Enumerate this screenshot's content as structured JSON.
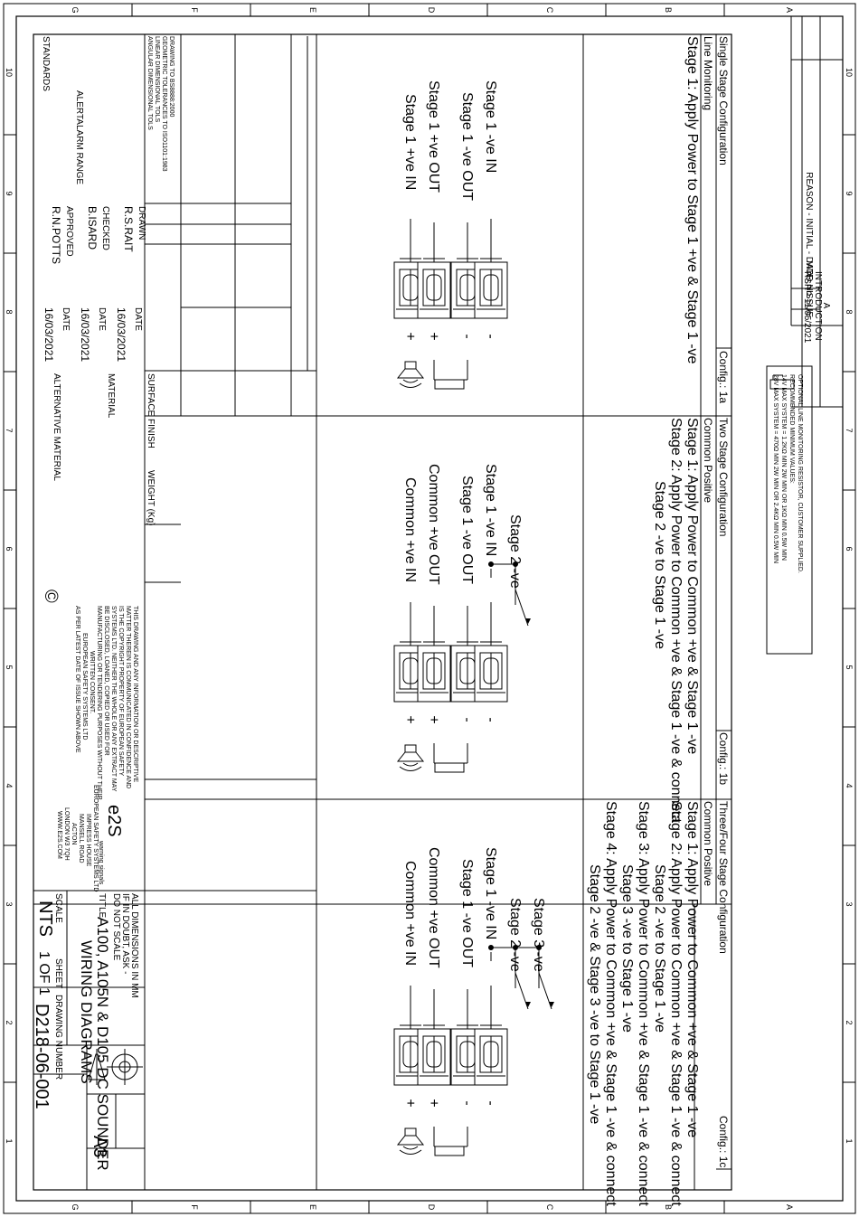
{
  "grid": {
    "columns": [
      "10",
      "9",
      "8",
      "7",
      "6",
      "5",
      "4",
      "3",
      "2",
      "1"
    ],
    "rows": [
      "A",
      "B",
      "C",
      "D",
      "E",
      "F",
      "G"
    ]
  },
  "revision": {
    "headers": [
      "ISSUE",
      "MOD No.",
      "REASON - INITIAL - DATE"
    ],
    "issue": "A",
    "reason": "INTRODUCTION",
    "reason_detail": "RSR - 11/05/2021"
  },
  "resistor_note": [
    "OPTIONAL LINE MONITORING RESISTOR, CUSTOMER SUPPLIED.",
    "RECOMMENDED MINIMUM VALUES:",
    "14V MAX SYSTEM = 1.2KΩ MIN 2W MIN OR 1KΩ MIN 0.5W MIN",
    "28V MAX SYSTEM = 470Ω MIN 2W MIN OR 2.4KΩ MIN 0.5W MIN"
  ],
  "configs": [
    {
      "id": "1a",
      "title": "Single Stage Configuration",
      "subtitle": "Line Monitoring",
      "config_label": "Config.: 1a",
      "instructions": [
        "Stage 1: Apply Power to Stage 1 +ve & Stage 1 -ve"
      ],
      "terminals": [
        "Stage 1 +ve IN",
        "Stage 1 +ve OUT",
        "Stage 1 -ve OUT",
        "Stage 1 -ve IN"
      ],
      "polarity": [
        "+",
        "+",
        "-",
        "-"
      ]
    },
    {
      "id": "1b",
      "title": "Two Stage Configuration",
      "subtitle": "Common Positive",
      "config_label": "Config.: 1b",
      "instructions": [
        "Stage 1: Apply Power to Common +ve & Stage 1 -ve",
        "Stage 2: Apply Power to Common +ve & Stage 1 -ve & connect",
        "Stage 2 -ve to Stage 1 -ve"
      ],
      "terminals": [
        "Common +ve IN",
        "Common +ve OUT",
        "Stage 1 -ve OUT",
        "Stage 1 -ve IN",
        "Stage 2 -ve"
      ],
      "polarity": [
        "+",
        "+",
        "-",
        "-"
      ]
    },
    {
      "id": "1c",
      "title": "Three/Four Stage Configuration",
      "subtitle": "Common Positive",
      "config_label": "Config.: 1c",
      "instructions": [
        "Stage 1: Apply Power to Common +ve & Stage 1 -ve",
        "Stage 2: Apply Power to Common +ve & Stage 1 -ve & connect",
        "Stage 2 -ve to Stage 1 -ve",
        "Stage 3: Apply Power to Common +ve & Stage 1 -ve & connect",
        "Stage 3 -ve to Stage 1 -ve",
        "Stage 4: Apply Power to Common +ve & Stage 1 -ve & connect",
        "Stage 2 -ve & Stage 3 -ve to Stage 1 -ve"
      ],
      "terminals": [
        "Common +ve IN",
        "Common +ve OUT",
        "Stage 1 -ve OUT",
        "Stage 1 -ve IN",
        "Stage 2 -ve",
        "Stage 3 -ve"
      ],
      "polarity": [
        "+",
        "+",
        "-",
        "-"
      ]
    }
  ],
  "title_block": {
    "general_notes": [
      "DRAWING TO BS8888:2000",
      "GEOMETRIC TOLERANCES TO ISO1101:1983",
      "LINEAR DIMENSIONAL TOLS",
      "ANGULAR DIMENSIONAL TOLS"
    ],
    "standards": "STANDARDS",
    "range": "ALERTALARM RANGE",
    "drawn_label": "DRAWN",
    "drawn_by": "R.S.RAIT",
    "checked_label": "CHECKED",
    "checked_by": "B.ISARD",
    "approved_label": "APPROVED",
    "approved_by": "R.N.POTTS",
    "date_label": "DATE",
    "drawn_date": "16/03/2021",
    "checked_date": "16/03/2021",
    "approved_date": "16/03/2021",
    "surface_finish": "SURFACE FINISH",
    "weight": "WEIGHT (Kg)",
    "material": "MATERIAL",
    "alt_material": "ALTERNATIVE MATERIAL",
    "copyright_symbol": "©",
    "copyright": [
      "THIS DRAWING AND ANY INFORMATION OR DESCRIPTIVE",
      "MATTER THEREIN IS COMMUNICATED IN CONFIDENCE AND",
      "IS THE COPYRIGHT PROPERTY OF EUROPEAN SAFETY",
      "SYSTEMS LTD. NEITHER THE WHOLE OR ANY EXTRACT MAY",
      "BE DISCLOSED, LOANED, COPIED OR USED FOR",
      "MANUFACTURING OR TENDERING PURPOSES WITHOUT THEIR",
      "WRITTEN CONSENT.",
      "EUROPEAN SAFETY SYSTEMS LTD",
      "AS PER LATEST DATE OF ISSUE SHOWN ABOVE"
    ],
    "logo_text": "e2S",
    "logo_tag": "warning signals",
    "company": [
      "EUROPEAN SAFETY SYSTEMS LTD",
      "IMPRESS HOUSE",
      "MANSELL ROAD",
      "ACTON",
      "LONDON W3 7QH",
      "WWW.E2S.COM"
    ],
    "dimensions_note": [
      "ALL DIMENSIONS IN MM",
      "IF IN DOUBT, ASK -",
      "DO NOT SCALE"
    ],
    "title_label": "TITLE",
    "title_line1": "A100, A105N & D105 DC SOUNDER",
    "title_line2": "WIRING DIAGRAMS",
    "size": "A3",
    "scale_label": "SCALE",
    "scale": "NTS",
    "sheet_label": "SHEET",
    "sheet": "1 OF 1",
    "drawing_number_label": "DRAWING NUMBER",
    "drawing_number": "D218-06-001"
  }
}
